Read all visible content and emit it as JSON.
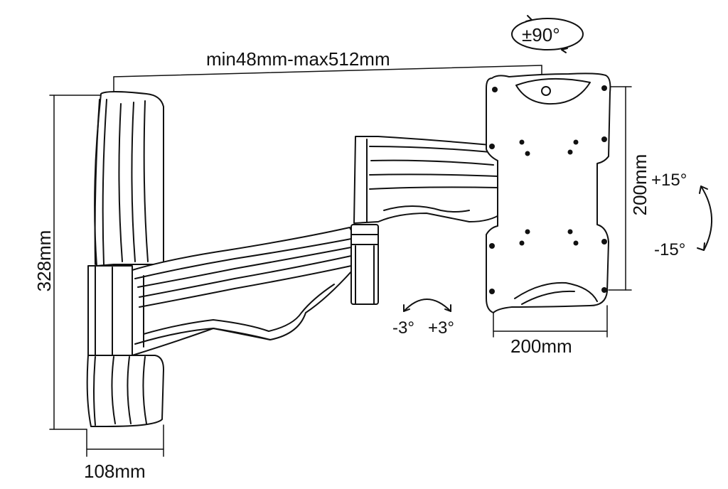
{
  "dimensions": {
    "reach": "min48mm-max512mm",
    "height": "328mm",
    "depth": "108mm",
    "vesa_width": "200mm",
    "vesa_height": "200mm"
  },
  "rotations": {
    "rotation": "±90°",
    "tilt_up": "+15°",
    "tilt_down": "-15°",
    "level_left": "-3°",
    "level_right": "+3°"
  },
  "colors": {
    "stroke": "#111111",
    "background": "#ffffff"
  },
  "icons": {
    "rotation": "rotation-arc-icon",
    "tilt": "tilt-arc-icon",
    "level": "level-arc-icon"
  }
}
